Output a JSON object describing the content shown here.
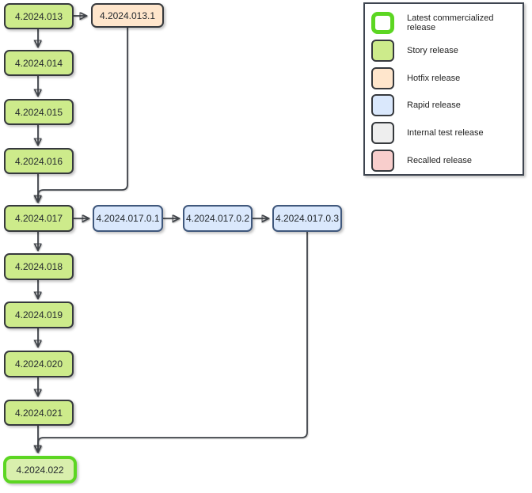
{
  "diagram": {
    "nodes": [
      {
        "id": "4.2024.013",
        "label": "4.2024.013",
        "type": "story"
      },
      {
        "id": "4.2024.013.1",
        "label": "4.2024.013.1",
        "type": "hotfix"
      },
      {
        "id": "4.2024.014",
        "label": "4.2024.014",
        "type": "story"
      },
      {
        "id": "4.2024.015",
        "label": "4.2024.015",
        "type": "story"
      },
      {
        "id": "4.2024.016",
        "label": "4.2024.016",
        "type": "story"
      },
      {
        "id": "4.2024.017",
        "label": "4.2024.017",
        "type": "story"
      },
      {
        "id": "4.2024.017.0.1",
        "label": "4.2024.017.0.1",
        "type": "rapid"
      },
      {
        "id": "4.2024.017.0.2",
        "label": "4.2024.017.0.2",
        "type": "rapid"
      },
      {
        "id": "4.2024.017.0.3",
        "label": "4.2024.017.0.3",
        "type": "rapid"
      },
      {
        "id": "4.2024.018",
        "label": "4.2024.018",
        "type": "story"
      },
      {
        "id": "4.2024.019",
        "label": "4.2024.019",
        "type": "story"
      },
      {
        "id": "4.2024.020",
        "label": "4.2024.020",
        "type": "story"
      },
      {
        "id": "4.2024.021",
        "label": "4.2024.021",
        "type": "story"
      },
      {
        "id": "4.2024.022",
        "label": "4.2024.022",
        "type": "latest"
      }
    ],
    "edges": [
      {
        "from": "4.2024.013",
        "to": "4.2024.013.1"
      },
      {
        "from": "4.2024.013",
        "to": "4.2024.014"
      },
      {
        "from": "4.2024.014",
        "to": "4.2024.015"
      },
      {
        "from": "4.2024.015",
        "to": "4.2024.016"
      },
      {
        "from": "4.2024.016",
        "to": "4.2024.017"
      },
      {
        "from": "4.2024.013.1",
        "to": "4.2024.017"
      },
      {
        "from": "4.2024.017",
        "to": "4.2024.017.0.1"
      },
      {
        "from": "4.2024.017.0.1",
        "to": "4.2024.017.0.2"
      },
      {
        "from": "4.2024.017.0.2",
        "to": "4.2024.017.0.3"
      },
      {
        "from": "4.2024.017",
        "to": "4.2024.018"
      },
      {
        "from": "4.2024.018",
        "to": "4.2024.019"
      },
      {
        "from": "4.2024.019",
        "to": "4.2024.020"
      },
      {
        "from": "4.2024.020",
        "to": "4.2024.021"
      },
      {
        "from": "4.2024.021",
        "to": "4.2024.022"
      },
      {
        "from": "4.2024.017.0.3",
        "to": "4.2024.022"
      }
    ]
  },
  "legend": {
    "items": [
      {
        "label": "Latest commercialized release",
        "type": "latest"
      },
      {
        "label": "Story release",
        "type": "story"
      },
      {
        "label": "Hotfix release",
        "type": "hotfix"
      },
      {
        "label": "Rapid release",
        "type": "rapid"
      },
      {
        "label": "Internal test release",
        "type": "internal"
      },
      {
        "label": "Recalled release",
        "type": "recalled"
      }
    ]
  },
  "colors": {
    "story_fill": "#cdeb8b",
    "hotfix_fill": "#ffe6cc",
    "rapid_fill": "#dae8fc",
    "internal_fill": "#eeeeee",
    "recalled_fill": "#f8cecc",
    "latest_fill": "#d9efad",
    "latest_stroke": "#5cd622",
    "rapid_stroke": "#40587c",
    "dark_stroke": "#36393d",
    "edge_color": "#3f4349"
  }
}
